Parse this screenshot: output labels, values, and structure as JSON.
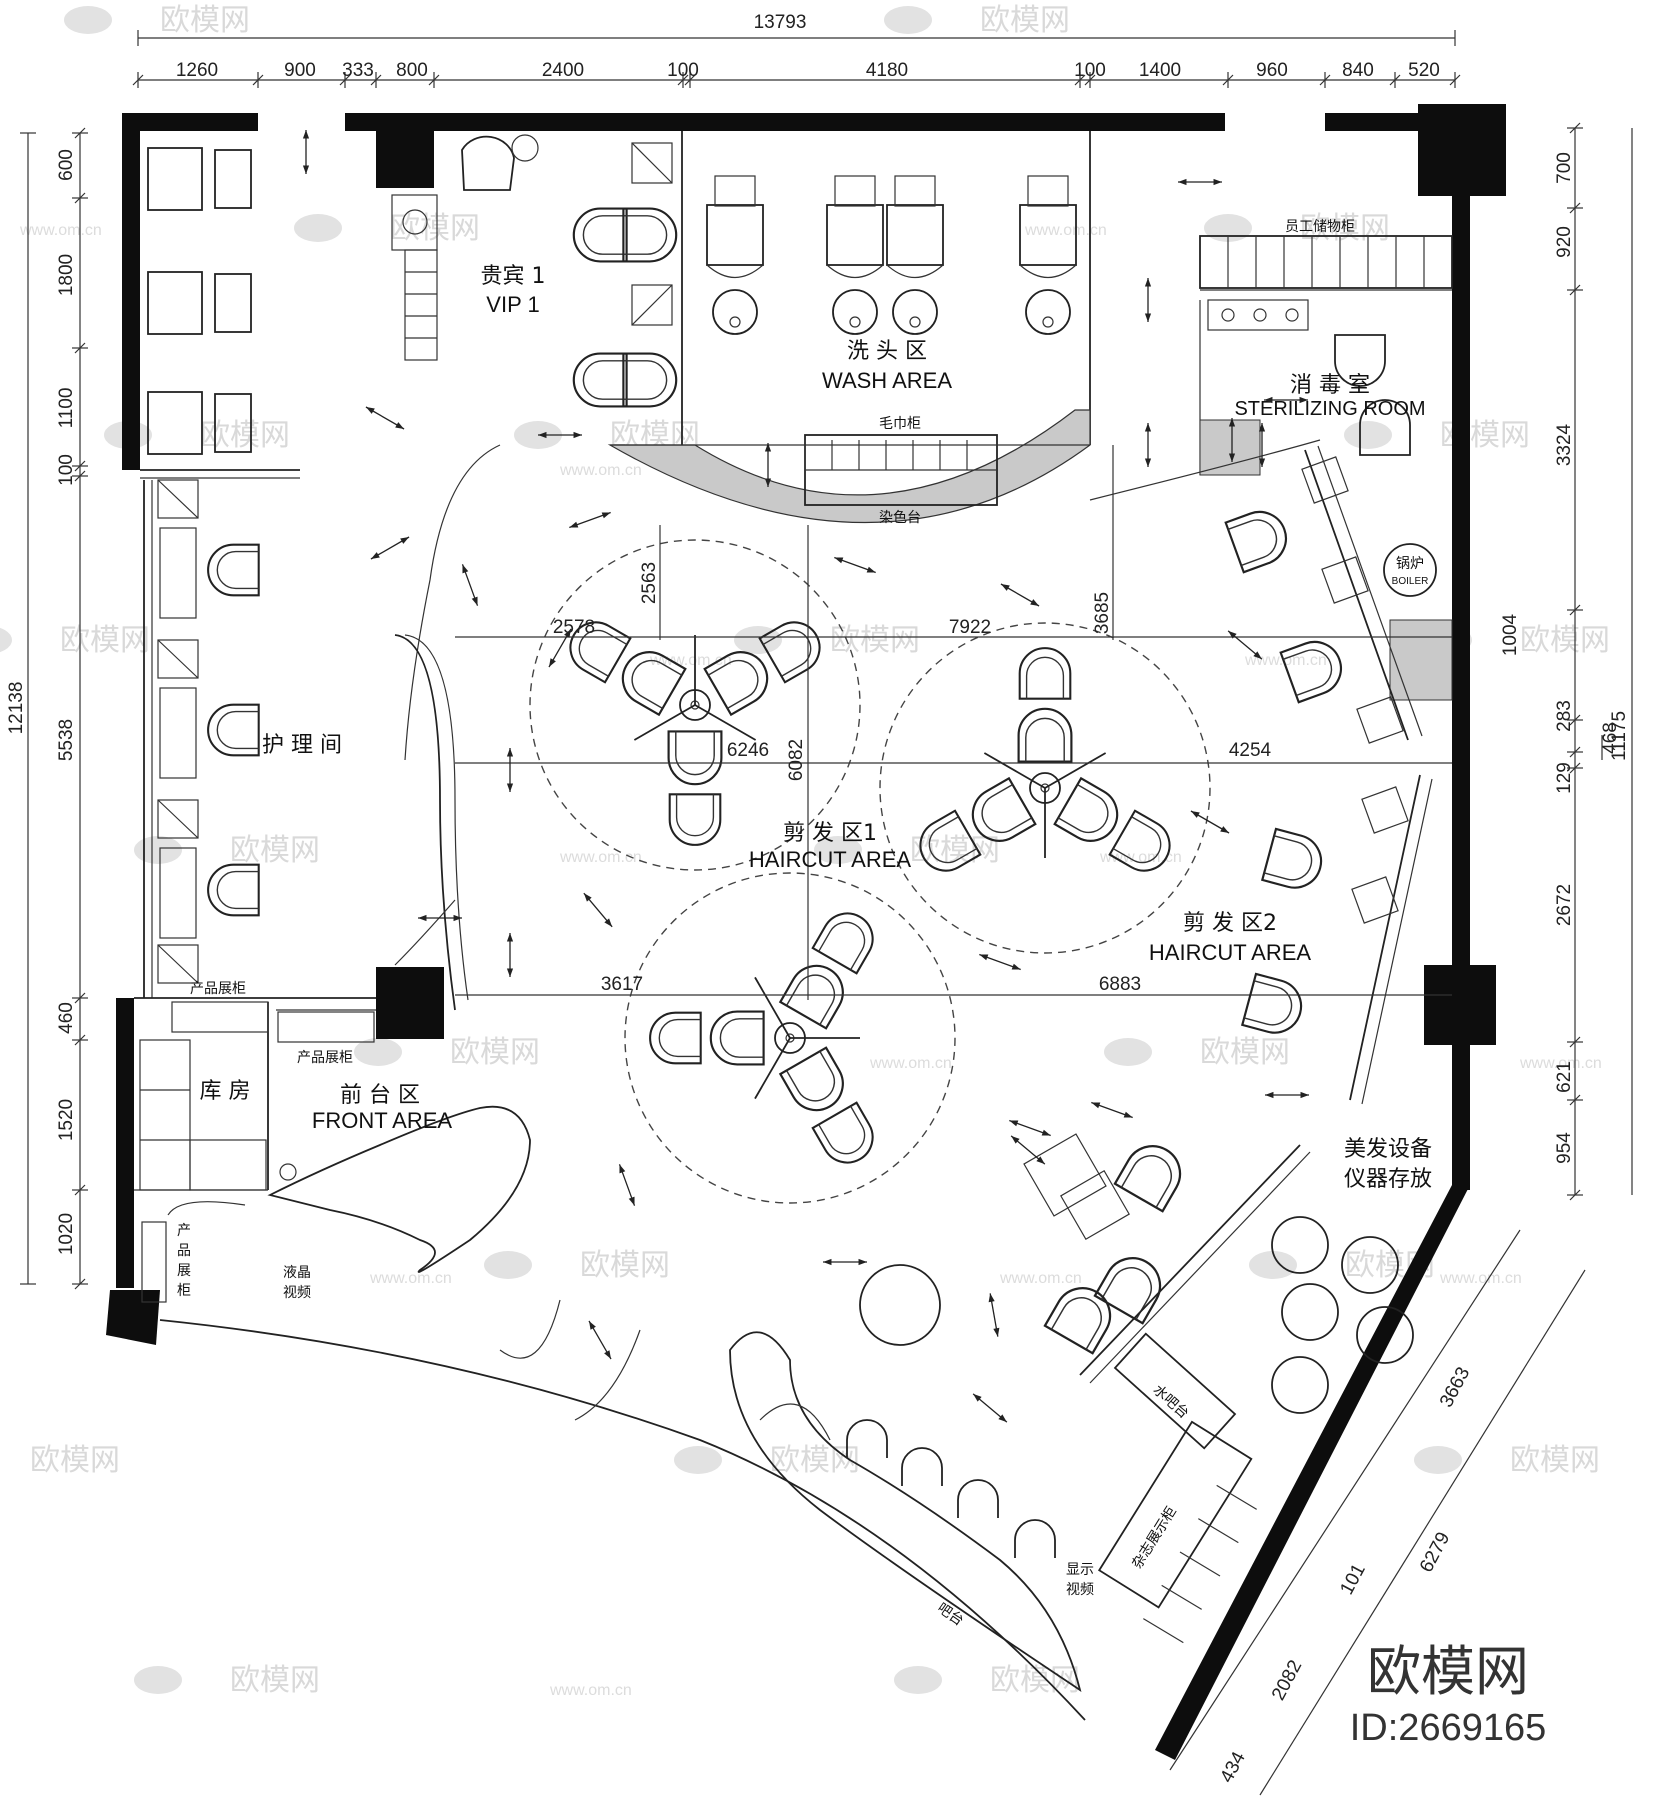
{
  "dimensions": {
    "overall_top": "13793",
    "top_segments": [
      "1260",
      "900",
      "333",
      "800",
      "2400",
      "100",
      "4180",
      "100",
      "1400",
      "960",
      "840",
      "520"
    ],
    "left_overall": "12138",
    "left_segments": [
      "600",
      "1800",
      "1100",
      "100",
      "5538",
      "460",
      "1520",
      "1020"
    ],
    "right_overall": "11175",
    "right_segments": [
      "700",
      "920",
      "3324",
      "1004",
      "283",
      "129",
      "2672",
      "621",
      "954"
    ],
    "right_extra": "468",
    "diagonal": [
      "3663",
      "6279",
      "101",
      "2082",
      "434"
    ],
    "interior": [
      "2563",
      "2578",
      "7922",
      "3685",
      "6246",
      "6082",
      "4254",
      "3617",
      "6883"
    ]
  },
  "rooms": {
    "vip_cn": "贵宾 1",
    "vip_en": "VIP 1",
    "wash_cn": "洗 头 区",
    "wash_en": "WASH AREA",
    "staff_cabinet": "员工储物柜",
    "sterilize_cn": "消  毒  室",
    "sterilize_en": "STERILIZING ROOM",
    "towel_cabinet": "毛巾柜",
    "dye_table": "染色台",
    "boiler_cn": "锅炉",
    "boiler_en": "BOILER",
    "care_room": "护 理 间",
    "haircut1_cn": "剪     发     区1",
    "haircut1_en": "HAIRCUT AREA",
    "haircut2_cn": "剪     发     区2",
    "haircut2_en": "HAIRCUT AREA",
    "product_cabinet_1": "产品展柜",
    "product_cabinet_2": "产品展柜",
    "storeroom": "库    房",
    "front_cn": "前  台  区",
    "front_en": "FRONT AREA",
    "product_vertical": [
      "产",
      "品",
      "展",
      "柜"
    ],
    "lcd_video": [
      "液晶",
      "视频"
    ],
    "equipment_storage": [
      "美发设备",
      "仪器存放"
    ],
    "water_bar": "水吧台",
    "bar_counter": "吧台",
    "display_video": [
      "显示",
      "视频"
    ],
    "magazine_rack": "杂志展示柜"
  },
  "watermark": {
    "text": "欧模网",
    "url": "www.om.cn"
  },
  "logo": {
    "name": "欧模网",
    "id": "ID:2669165"
  },
  "icons": {
    "watermark": "sofa-logo-icon"
  }
}
